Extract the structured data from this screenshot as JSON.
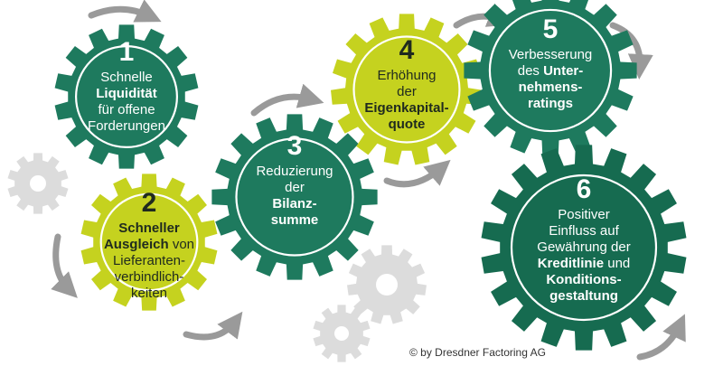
{
  "colors": {
    "dark_green": "#1e7a5e",
    "darker_green": "#166b50",
    "lime": "#c5d21f",
    "grey_gear": "#dcdcdc",
    "arrow_grey": "#9a9a9a"
  },
  "steps": [
    {
      "number": "1",
      "color": "dark_green",
      "lines": [
        [
          {
            "t": "Schnelle",
            "b": false
          }
        ],
        [
          {
            "t": "Liquidität",
            "b": true
          }
        ],
        [
          {
            "t": "für offene",
            "b": false
          }
        ],
        [
          {
            "t": "Forderungen",
            "b": false
          }
        ]
      ]
    },
    {
      "number": "2",
      "color": "lime",
      "lines": [
        [
          {
            "t": "Schneller",
            "b": true
          }
        ],
        [
          {
            "t": "Ausgleich",
            "b": true
          },
          {
            "t": " von",
            "b": false
          }
        ],
        [
          {
            "t": "Lieferanten-",
            "b": false
          }
        ],
        [
          {
            "t": "verbindlich-",
            "b": false
          }
        ],
        [
          {
            "t": "keiten",
            "b": false
          }
        ]
      ]
    },
    {
      "number": "3",
      "color": "dark_green",
      "lines": [
        [
          {
            "t": "Reduzierung",
            "b": false
          }
        ],
        [
          {
            "t": "der",
            "b": false
          }
        ],
        [
          {
            "t": "Bilanz-",
            "b": true
          }
        ],
        [
          {
            "t": "summe",
            "b": true
          }
        ]
      ]
    },
    {
      "number": "4",
      "color": "lime",
      "lines": [
        [
          {
            "t": "Erhöhung",
            "b": false
          }
        ],
        [
          {
            "t": "der",
            "b": false
          }
        ],
        [
          {
            "t": "Eigenkapital-",
            "b": true
          }
        ],
        [
          {
            "t": "quote",
            "b": true
          }
        ]
      ]
    },
    {
      "number": "5",
      "color": "dark_green",
      "lines": [
        [
          {
            "t": "Verbesserung",
            "b": false
          }
        ],
        [
          {
            "t": "des ",
            "b": false
          },
          {
            "t": "Unter-",
            "b": true
          }
        ],
        [
          {
            "t": "nehmens-",
            "b": true
          }
        ],
        [
          {
            "t": "ratings",
            "b": true
          }
        ]
      ]
    },
    {
      "number": "6",
      "color": "darker_green",
      "lines": [
        [
          {
            "t": "Positiver",
            "b": false
          }
        ],
        [
          {
            "t": "Einfluss auf",
            "b": false
          }
        ],
        [
          {
            "t": "Gewährung der",
            "b": false
          }
        ],
        [
          {
            "t": "Kreditlinie",
            "b": true
          },
          {
            "t": " und",
            "b": false
          }
        ],
        [
          {
            "t": "Konditions-",
            "b": true
          }
        ],
        [
          {
            "t": "gestaltung",
            "b": true
          }
        ]
      ]
    }
  ],
  "copyright": "© by Dresdner Factoring AG"
}
